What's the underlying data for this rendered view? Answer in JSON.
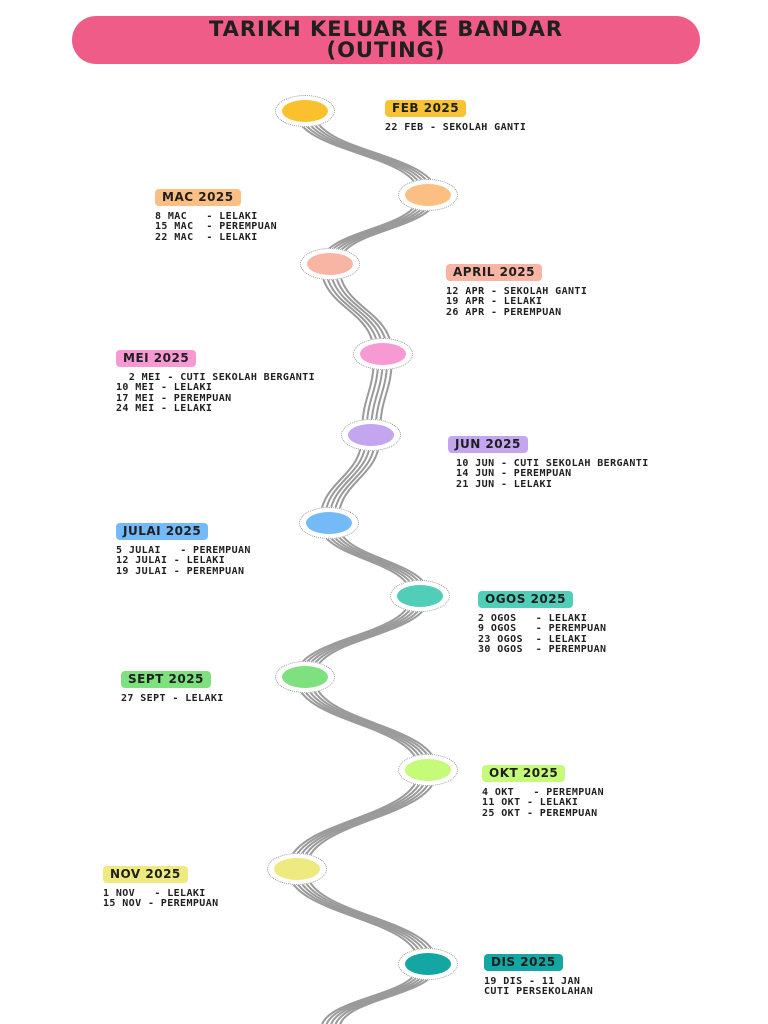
{
  "title": {
    "line1": "TARIKH KELUAR KE BANDAR",
    "line2": "(OUTING)"
  },
  "colors": {
    "banner": "#ef5c88",
    "track": "#9a9a9a"
  },
  "months": [
    {
      "label": "FEB 2025",
      "color": "#f9c233",
      "node_color": "#fbc02d",
      "entries": [
        "22 FEB - SEKOLAH GANTI"
      ]
    },
    {
      "label": "MAC 2025",
      "color": "#fbbf83",
      "node_color": "#fbbf83",
      "entries": [
        "8 MAC   - LELAKI",
        "15 MAC  - PEREMPUAN",
        "22 MAC  - LELAKI"
      ]
    },
    {
      "label": "APRIL 2025",
      "color": "#f9b5a4",
      "node_color": "#f9b5a4",
      "entries": [
        "12 APR - SEKOLAH GANTI",
        "19 APR - LELAKI",
        "26 APR - PEREMPUAN"
      ]
    },
    {
      "label": "MEI 2025",
      "color": "#f79ad3",
      "node_color": "#f79ad3",
      "entries": [
        "  2 MEI - CUTI SEKOLAH BERGANTI",
        "10 MEI - LELAKI",
        "17 MEI - PEREMPUAN",
        "24 MEI - LELAKI"
      ]
    },
    {
      "label": "JUN 2025",
      "color": "#c3a5f0",
      "node_color": "#c3a5f0",
      "entries": [
        "10 JUN - CUTI SEKOLAH BERGANTI",
        "14 JUN - PEREMPUAN",
        "21 JUN - LELAKI"
      ]
    },
    {
      "label": "JULAI 2025",
      "color": "#74b9f8",
      "node_color": "#74b9f8",
      "entries": [
        "5 JULAI   - PEREMPUAN",
        "12 JULAI - LELAKI",
        "19 JULAI - PEREMPUAN"
      ]
    },
    {
      "label": "OGOS 2025",
      "color": "#52cdb8",
      "node_color": "#52cdb8",
      "entries": [
        "2 OGOS   - LELAKI",
        "9 OGOS   - PEREMPUAN",
        "23 OGOS  - LELAKI",
        "30 OGOS  - PEREMPUAN"
      ]
    },
    {
      "label": "SEPT 2025",
      "color": "#7ee07e",
      "node_color": "#7ee07e",
      "entries": [
        "27 SEPT - LELAKI"
      ]
    },
    {
      "label": "OKT 2025",
      "color": "#c6fa79",
      "node_color": "#c6fa79",
      "entries": [
        "4 OKT   - PEREMPUAN",
        "11 OKT - LELAKI",
        "25 OKT - PEREMPUAN"
      ]
    },
    {
      "label": "NOV 2025",
      "color": "#eeea7f",
      "node_color": "#eeea7f",
      "entries": [
        "1 NOV   - LELAKI",
        "15 NOV - PEREMPUAN"
      ]
    },
    {
      "label": "DIS  2025",
      "color": "#13a6a3",
      "node_color": "#13a6a3",
      "entries": [
        "19 DIS - 11 JAN",
        "CUTI PERSEKOLAHAN"
      ]
    }
  ]
}
